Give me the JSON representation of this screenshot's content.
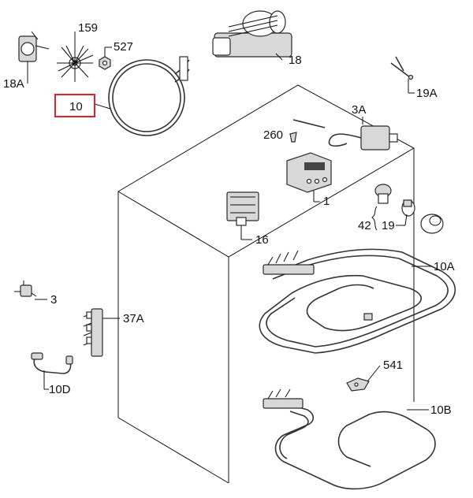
{
  "diagram": {
    "highlight_color": "#e0212b",
    "labels": {
      "p159": "159",
      "p527": "527",
      "p18a": "18A",
      "p10": "10",
      "p18": "18",
      "p19a": "19A",
      "p3a": "3A",
      "p260": "260",
      "p1": "1",
      "p16": "16",
      "p42": "42",
      "p19": "19",
      "p10a": "10A",
      "p3": "3",
      "p37a": "37A",
      "p541": "541",
      "p10d": "10D",
      "p10b": "10B"
    },
    "highlighted_part": "10"
  }
}
